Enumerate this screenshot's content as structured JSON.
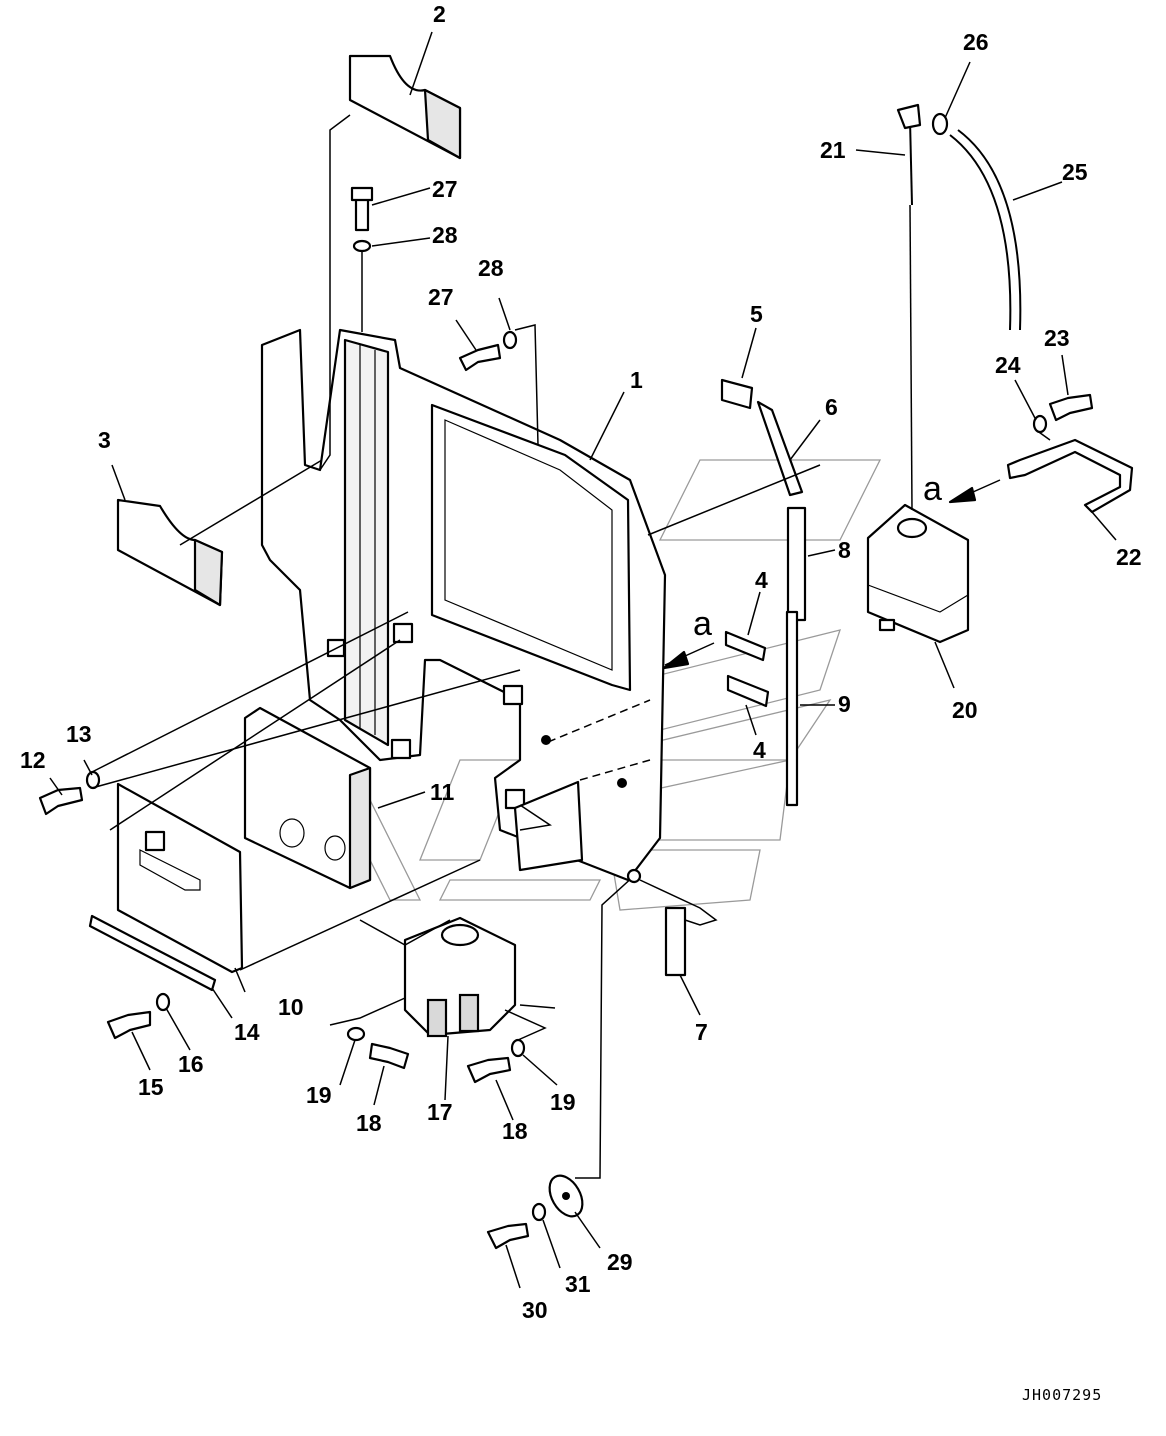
{
  "callouts": {
    "c1": "1",
    "c2": "2",
    "c3": "3",
    "c4a": "4",
    "c4b": "4",
    "c5": "5",
    "c6": "6",
    "c7": "7",
    "c8": "8",
    "c9": "9",
    "c10": "10",
    "c11": "11",
    "c12": "12",
    "c13": "13",
    "c14": "14",
    "c15": "15",
    "c16": "16",
    "c17": "17",
    "c18a": "18",
    "c18b": "18",
    "c19a": "19",
    "c19b": "19",
    "c20": "20",
    "c21": "21",
    "c22": "22",
    "c23": "23",
    "c24": "24",
    "c25": "25",
    "c26": "26",
    "c27a": "27",
    "c27b": "27",
    "c28a": "28",
    "c28b": "28",
    "c29": "29",
    "c30": "30",
    "c31": "31"
  },
  "view_markers": {
    "left": "a",
    "right": "a"
  },
  "drawing_code": "JH007295"
}
